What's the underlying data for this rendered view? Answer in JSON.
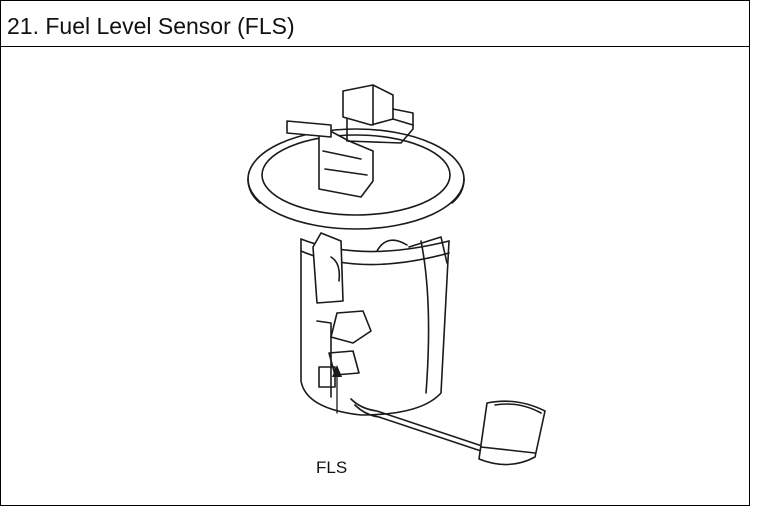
{
  "section": {
    "title": "21. Fuel Level Sensor (FLS)"
  },
  "figure": {
    "callout": "FLS",
    "subject": "fuel-pump-module-illustration"
  }
}
